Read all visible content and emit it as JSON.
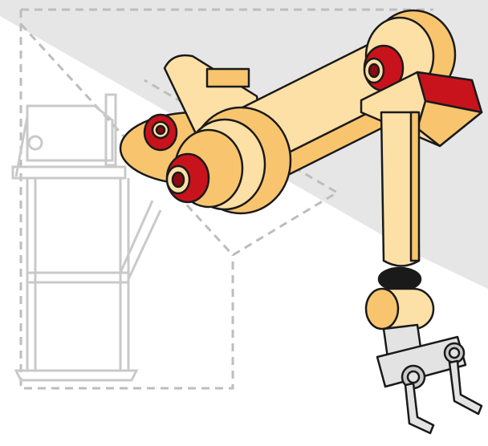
{
  "illustration": {
    "subject": "industrial-robotic-arm",
    "colors": {
      "background": "#ffffff",
      "shadow_band": "#e6e6e6",
      "outline": "#1a1a1a",
      "arm_light": "#fde0a6",
      "arm_mid": "#f8c56e",
      "arm_dark": "#f0a840",
      "hub_red": "#c8131c",
      "hub_dark_red": "#8c0a10",
      "gripper_gray": "#e3e3e3",
      "machine_line": "#c9c9c9",
      "dashed_line": "#bdbdbd"
    },
    "icons": [
      "machine-outline",
      "robotic-arm",
      "gripper-claw"
    ]
  }
}
